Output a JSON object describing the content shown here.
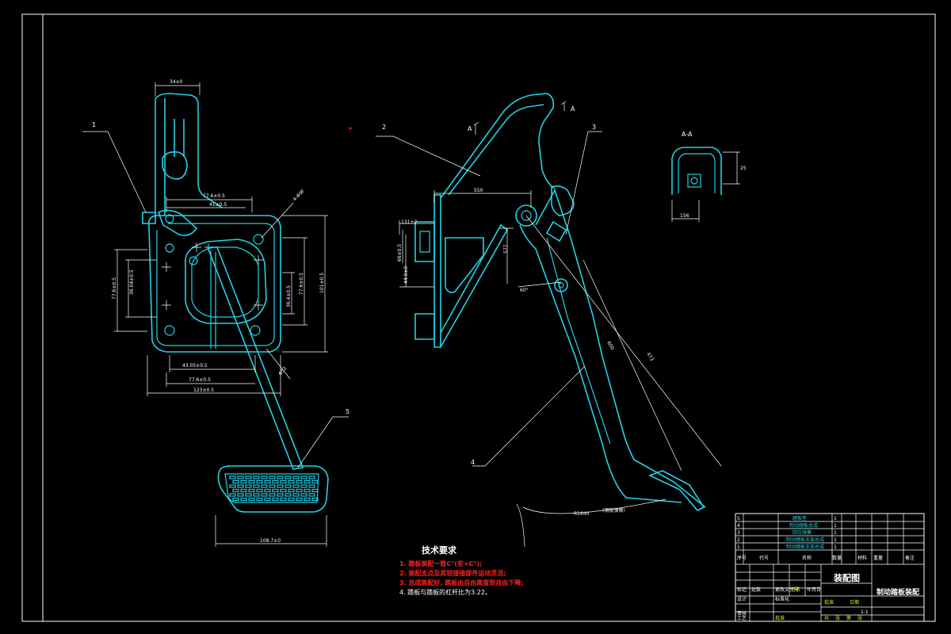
{
  "balloons": [
    "1",
    "2",
    "3",
    "4",
    "5"
  ],
  "section_marks": {
    "a_left": "A",
    "a_right": "A",
    "section_title": "A-A"
  },
  "dimensions": {
    "top_width": "34±0",
    "d_77_1": "77.6±0.5",
    "d_41": "41±0.5",
    "d_4x": "4-Φ9F",
    "d_36_left": "36.04±0.5",
    "d_77_left": "77.6±0.5",
    "d_77_right": "77.6±0.5",
    "d_36_right": "36.4±0.5",
    "d_101": "101±0.5",
    "d_43": "43.05±0.5",
    "d_77_bottom": "77.6±0.5",
    "d_123": "123±0.5",
    "d_angle": "Φ52",
    "d_pad": "108.7±0",
    "d_550": "550",
    "d_131": "131±2",
    "d_66": "66±0.5",
    "d_44": "44.8±0",
    "d_577": "577",
    "d_angle2": "60°",
    "d_600": "600",
    "d_473": "473",
    "d_radius": "R1640",
    "d_radius_note": "(钢板弹簧)",
    "sec_h": "25",
    "sec_w": "156"
  },
  "notes": {
    "title": "技术要求",
    "items": [
      "1. 踏板装配一致C°(安+C°);",
      "2. 装配支点及其铰接接部件运动灵活;",
      "3. 总成装配好, 踏板由自由高度到自由下降;",
      "4. 踏板与踏板的杠杆比为3.22。"
    ]
  },
  "bom": {
    "rows": [
      {
        "no": "5",
        "name": "踏板垫"
      },
      {
        "no": "4",
        "name": "制动踏板总成"
      },
      {
        "no": "3",
        "name": "回位弹簧"
      },
      {
        "no": "2",
        "name": "制动踏板支架总成"
      },
      {
        "no": "1",
        "name": "制动踏板支架总成"
      }
    ],
    "header_cells": [
      "序号",
      "代号",
      "名称",
      "数量",
      "材料",
      "重量",
      "备注"
    ],
    "qty": "1"
  },
  "title_block": {
    "drawing_type": "装配图",
    "product_name": "制动踏板装配",
    "labels": [
      "标记",
      "处数",
      "更改文件号",
      "签名",
      "年月日"
    ],
    "roles": [
      "设计",
      "审核",
      "工艺",
      "标准化",
      "批准"
    ],
    "yellow_tags": [
      "批准",
      "日期"
    ],
    "scale": "1:1",
    "sheet": [
      "共",
      "张",
      "第",
      "张"
    ]
  }
}
